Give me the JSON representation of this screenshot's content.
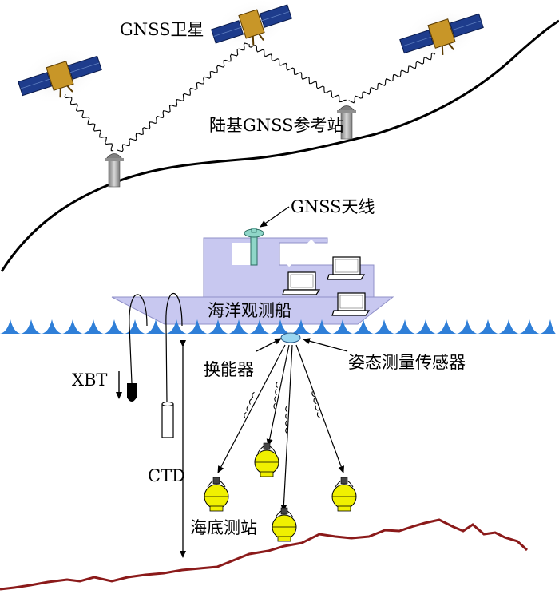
{
  "labels": {
    "gnss_satellite": "GNSS卫星",
    "land_reference_station": "陆基GNSS参考站",
    "gnss_antenna": "GNSS天线",
    "survey_vessel": "海洋观测船",
    "transducer": "换能器",
    "attitude_sensor": "姿态测量传感器",
    "xbt": "XBT",
    "ctd": "CTD",
    "seafloor_station": "海底测站"
  },
  "colors": {
    "land_line": "#000000",
    "seafloor_line": "#8b1a1a",
    "hull_fill": "#c8c8f0",
    "wave_fill": "#2f7fd8",
    "transponder_fill": "#f0f000",
    "antenna_fill": "#8fd6c8",
    "satellite_panel": "#1e3c8c",
    "satellite_body": "#c89628",
    "laptop_body": "#ffffff"
  }
}
